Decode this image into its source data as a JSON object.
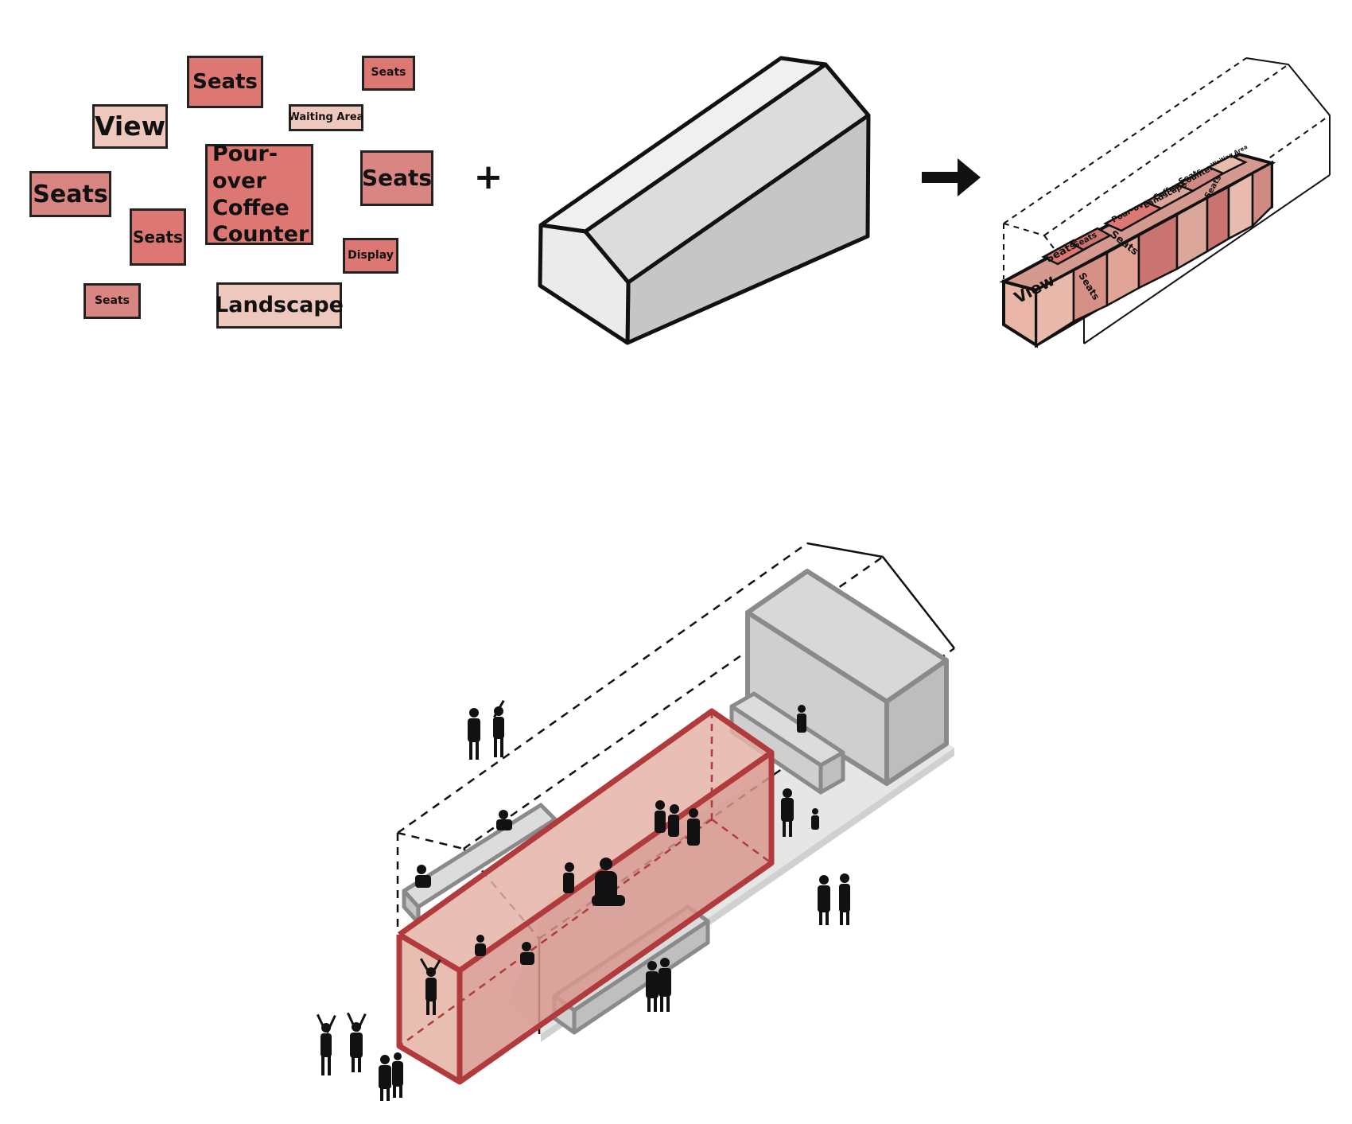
{
  "program_boxes": [
    {
      "id": "seats-top",
      "label": "Seats",
      "color": "#dc7774"
    },
    {
      "id": "seats-small-top-right",
      "label": "Seats",
      "color": "#dc7774"
    },
    {
      "id": "view",
      "label": "View",
      "color": "#efc8bd"
    },
    {
      "id": "waiting-area",
      "label": "Waiting Area",
      "color": "#efc8bd"
    },
    {
      "id": "seats-left",
      "label": "Seats",
      "color": "#d98582"
    },
    {
      "id": "pour-over-coffee-counter",
      "label": "Pour-over Coffee Counter",
      "color": "#dc7774"
    },
    {
      "id": "seats-right",
      "label": "Seats",
      "color": "#d98582"
    },
    {
      "id": "seats-middle",
      "label": "Seats",
      "color": "#dc7774"
    },
    {
      "id": "display",
      "label": "Display",
      "color": "#dc7774"
    },
    {
      "id": "seats-bottom-left",
      "label": "Seats",
      "color": "#d98582"
    },
    {
      "id": "landscape",
      "label": "Landscape",
      "color": "#efc8bd"
    }
  ],
  "operators": {
    "plus": "+",
    "arrow": "arrow-right-icon"
  },
  "assembled_labels": {
    "view": "View",
    "seats_a": "Seats",
    "seats_b": "Seats",
    "seats_c": "Seats",
    "seats_d": "Seats",
    "pour_over": "Pour-over Coffee Counter",
    "landscape": "Landscape",
    "seats_e": "Seats",
    "seats_f": "Seats",
    "waiting": "Waiting Area"
  },
  "colors": {
    "accent_red": "#b03a3c",
    "box_fill_red": "#e4b3a8",
    "grey_volume": "#d3d3d3",
    "grey_edge": "#8a8a8a",
    "outline": "#1a1a1a"
  }
}
